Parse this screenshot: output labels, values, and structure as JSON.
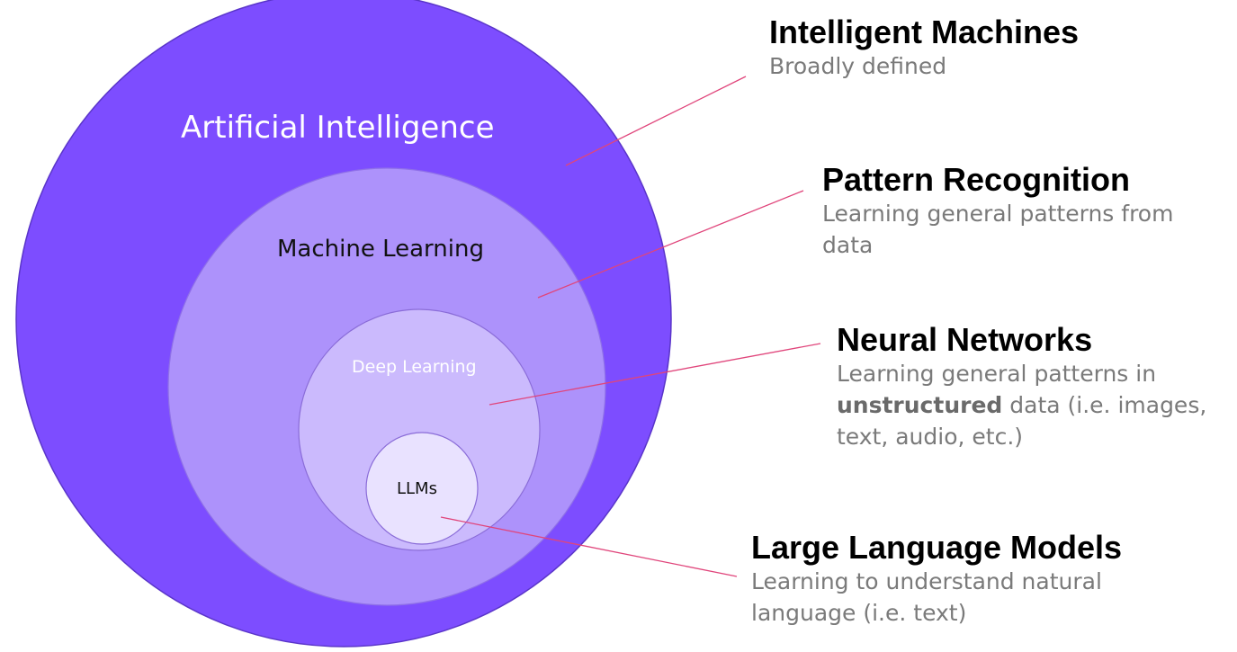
{
  "circles": {
    "ai": {
      "label": "Artificial Intelligence",
      "color": "#7d4dff"
    },
    "ml": {
      "label": "Machine Learning",
      "color": "#ad92fb"
    },
    "dl": {
      "label": "Deep Learning",
      "color": "#cbbafd"
    },
    "llm": {
      "label": "LLMs",
      "color": "#e9e2ff"
    }
  },
  "callouts": {
    "ai": {
      "title": "Intelligent Machines",
      "description": "Broadly defined"
    },
    "ml": {
      "title": "Pattern Recognition",
      "description": "Learning general patterns from data"
    },
    "dl": {
      "title": "Neural Networks",
      "description_prefix": "Learning general patterns in",
      "description_bold": "unstructured",
      "description_suffix": "data (i.e. images, text, audio, etc.)"
    },
    "llm": {
      "title": "Large Language Models",
      "description": "Learning to understand natural language (i.e. text)"
    }
  },
  "colors": {
    "connector": "#e0457b",
    "outline": "#5a35c9",
    "title_text": "#000000",
    "description_text": "#7a7a7a"
  }
}
